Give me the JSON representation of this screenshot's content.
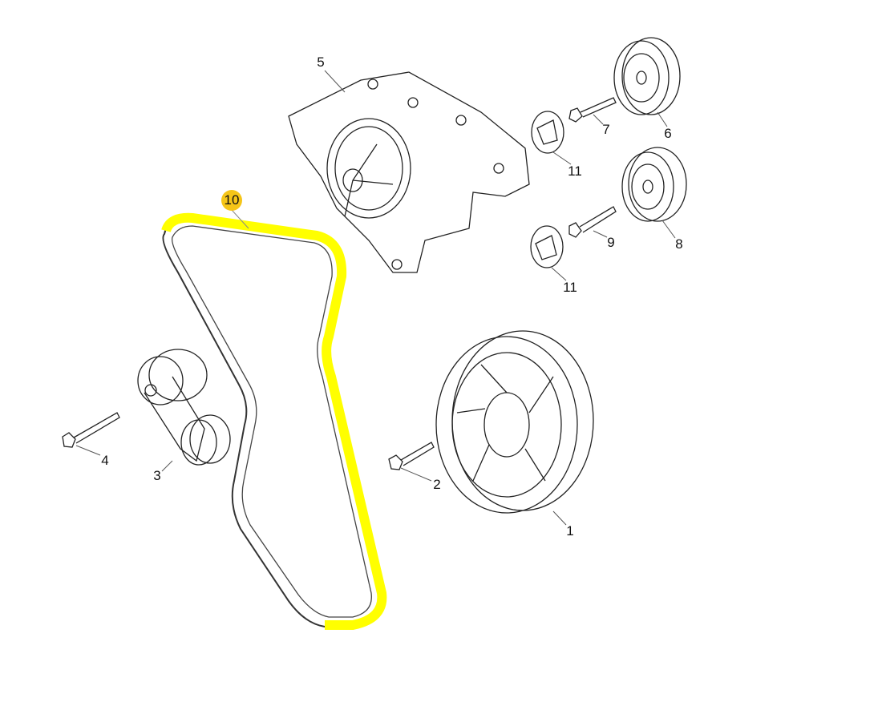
{
  "title": "Accessory drive belt components",
  "highlight_color": "#ffff00",
  "badge_color": "#f5c518",
  "callouts": [
    {
      "id": "1",
      "part": "crankshaft-pulley"
    },
    {
      "id": "2",
      "part": "pulley-bolt"
    },
    {
      "id": "3",
      "part": "belt-tensioner"
    },
    {
      "id": "4",
      "part": "tensioner-bolt"
    },
    {
      "id": "5",
      "part": "water-pump"
    },
    {
      "id": "6",
      "part": "idler-pulley-upper"
    },
    {
      "id": "7",
      "part": "idler-bolt-upper"
    },
    {
      "id": "8",
      "part": "idler-pulley-lower"
    },
    {
      "id": "9",
      "part": "idler-bolt-lower"
    },
    {
      "id": "10",
      "part": "drive-belt",
      "highlighted": true
    },
    {
      "id": "11",
      "part": "dust-cap-upper"
    },
    {
      "id": "11",
      "part": "dust-cap-lower"
    }
  ]
}
